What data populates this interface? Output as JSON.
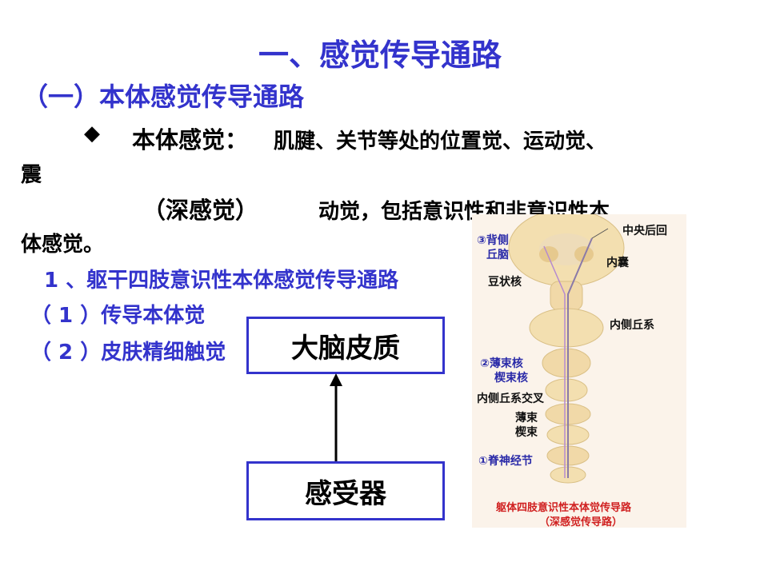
{
  "title": "一、感觉传导通路",
  "subtitle": "（一）本体感觉传导通路",
  "bullet": {
    "symbol": "◆",
    "label": "本体感觉：",
    "text_line1": "肌腱、关节等处的位置觉、运动觉、",
    "text_line2": "震",
    "deep_label": "（深感觉）",
    "text_line3": "动觉，包括意识性和非意识性本",
    "text_line4": "体感觉。"
  },
  "numbered": {
    "item1": "1 、躯干四肢意识性本体感觉传导通路",
    "sub1": "（ 1 ）传导本体觉",
    "sub2": "（ 2 ）皮肤精细触觉"
  },
  "diagram": {
    "top_box": "大脑皮质",
    "bottom_box": "感受器"
  },
  "figure": {
    "labels": {
      "central_gyrus": "中央后回",
      "thalamus_line1": "③背侧",
      "thalamus_line2": "丘脑",
      "internal_capsule": "内囊",
      "lentiform": "豆状核",
      "medial_lemniscus": "内侧丘系",
      "nuclei_line1": "②薄束核",
      "nuclei_line2": "楔束核",
      "decussation": "内侧丘系交叉",
      "fasciculi_line1": "薄束",
      "fasciculi_line2": "楔束",
      "spinal_ganglion": "①脊神经节",
      "caption_line1": "躯体四肢意识性本体觉传导路",
      "caption_line2": "（深感觉传导路）"
    }
  },
  "colors": {
    "accent_blue": "#3333cc",
    "caption_red": "#d02020",
    "tissue": "#f3dfb0"
  }
}
